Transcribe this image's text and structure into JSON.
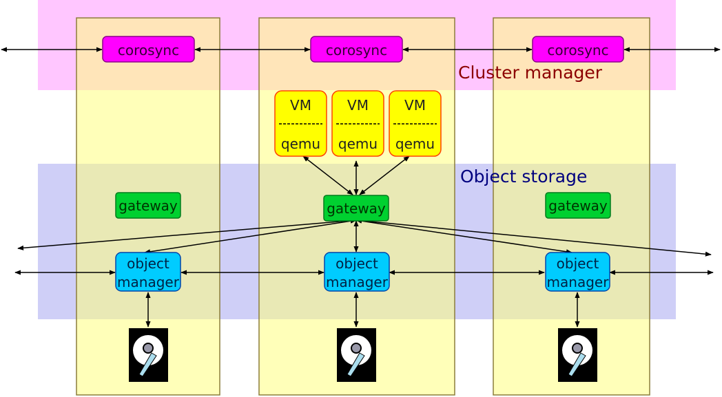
{
  "bands": {
    "cluster_manager": {
      "label": "Cluster manager",
      "color": "#ff80ff",
      "label_color": "#8b0000"
    },
    "object_storage": {
      "label": "Object storage",
      "color": "#a8a8f0",
      "label_color": "#00007f"
    }
  },
  "node_color": "#ffff80",
  "node_border": "#8b7d3a",
  "nodes": [
    {
      "corosync": "corosync",
      "gateway": "gateway",
      "object_manager": {
        "line1": "object",
        "line2": "manager"
      }
    },
    {
      "corosync": "corosync",
      "gateway": "gateway",
      "object_manager": {
        "line1": "object",
        "line2": "manager"
      }
    },
    {
      "corosync": "corosync",
      "gateway": "gateway",
      "object_manager": {
        "line1": "object",
        "line2": "manager"
      }
    }
  ],
  "vms": [
    {
      "top": "VM",
      "bottom": "qemu"
    },
    {
      "top": "VM",
      "bottom": "qemu"
    },
    {
      "top": "VM",
      "bottom": "qemu"
    }
  ],
  "colors": {
    "corosync": "#ff00ff",
    "corosync_border": "#8b008b",
    "gateway": "#00d030",
    "gateway_border": "#007a1c",
    "object_manager": "#00ccff",
    "object_manager_border": "#0044aa",
    "vm": "#ffff00",
    "vm_border": "#ff4000",
    "disk_bg": "#000000",
    "disk_platter": "#ffffff",
    "disk_hub": "#9999aa",
    "disk_arm": "#aaddee",
    "arrow": "#000000"
  },
  "icons": [
    "hard-disk-icon"
  ]
}
